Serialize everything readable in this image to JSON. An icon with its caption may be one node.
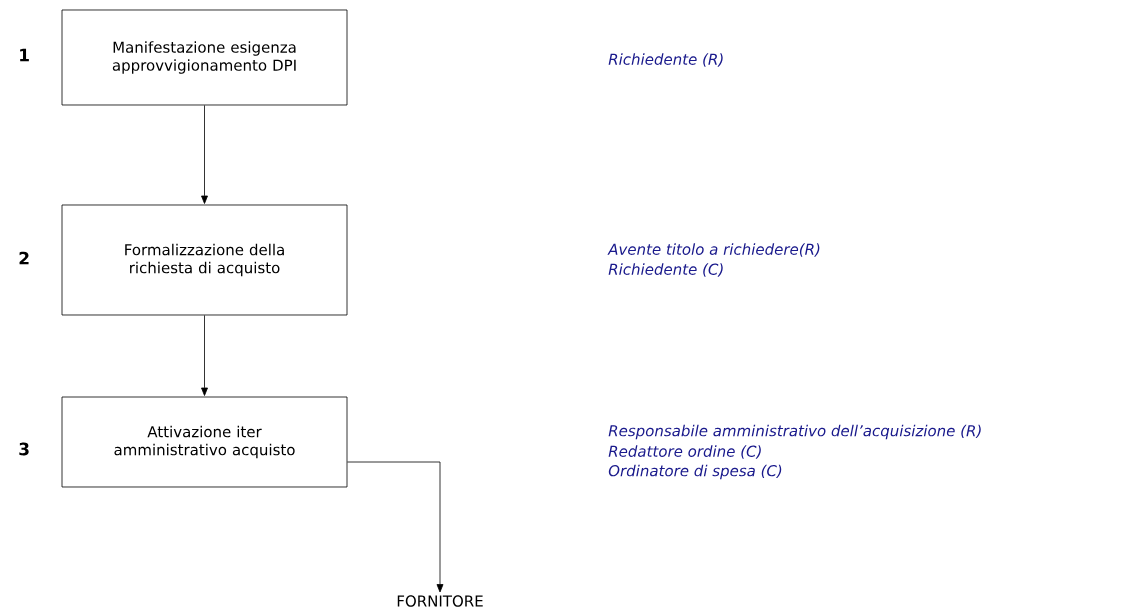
{
  "diagram": {
    "nodes": [
      {
        "text": [
          "Manifestazione esigenza approvvigionamento DPI"
        ]
      },
      {
        "text": [
          "Formalizzazione della richiesta di acquisto"
        ]
      },
      {
        "text": [
          "Attivazione iter amministrativo acquisto"
        ]
      },
      {
        "text": [
          "FORNITORE"
        ]
      }
    ],
    "edges": [
      {
        "from": 0,
        "to": 1,
        "arrow": "to"
      },
      {
        "from": 1,
        "to": 2,
        "arrow": "to"
      },
      {
        "from": 2,
        "to": 3,
        "arrow": "to"
      }
    ],
    "labels": [
      "1",
      "Richiedente (R)",
      "2",
      "Avente titolo a richiedere(R)",
      "Richiedente (C)",
      "3",
      "Responsabile amministrativo dell’acquisizione (R)",
      "Redattore ordine (C)",
      "Ordinatore di spesa (C)"
    ]
  }
}
